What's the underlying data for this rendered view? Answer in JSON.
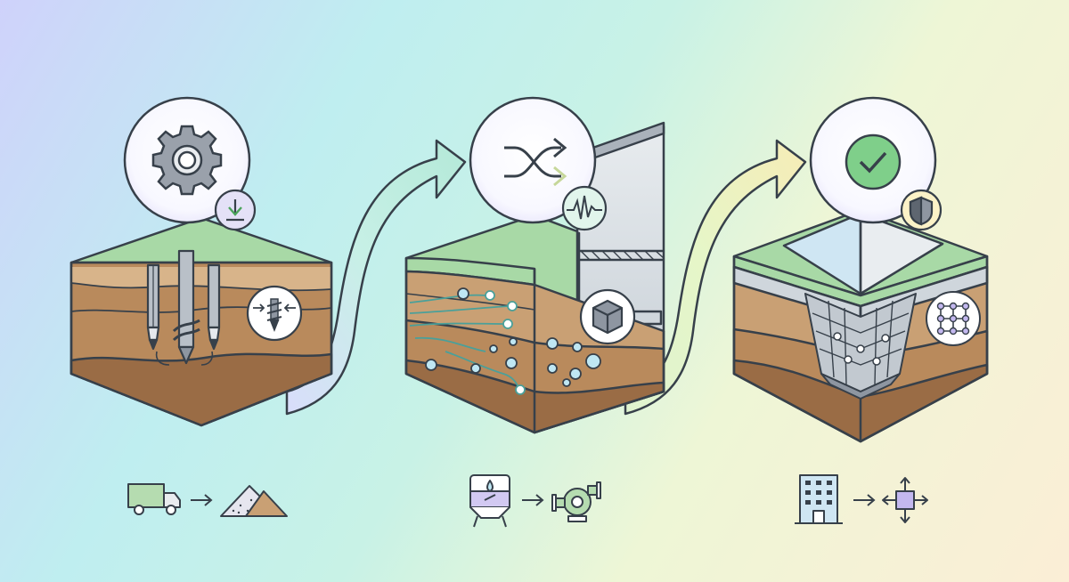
{
  "stages": [
    {
      "id": "stage-1",
      "main_icon": "gear-icon",
      "badge_icon": "download-arrow-icon",
      "inset_icon": "screw-compression-icon",
      "footer_icons": [
        "truck-icon",
        "arrow-right-icon",
        "sand-pile-icon"
      ]
    },
    {
      "id": "stage-2",
      "main_icon": "shuffle-arrows-icon",
      "badge_icon": "vibration-wave-icon",
      "inset_icon": "cube-icon",
      "footer_icons": [
        "slurry-tank-icon",
        "arrow-right-icon",
        "pump-icon"
      ]
    },
    {
      "id": "stage-3",
      "main_icon": "check-circle-icon",
      "badge_icon": "shield-icon",
      "inset_icon": "grid-network-icon",
      "footer_icons": [
        "building-icon",
        "arrow-right-icon",
        "expand-arrows-icon"
      ]
    }
  ],
  "connectors": [
    "curved-arrow-icon",
    "curved-arrow-icon"
  ],
  "colors": {
    "outline": "#37404a",
    "grass": "#a8d9a6",
    "soil_light": "#d8b48a",
    "soil_mid": "#b98a5c",
    "soil_dark": "#9a6c45",
    "badge_bg": "#e4e1f7",
    "check_green": "#7fcf8a",
    "steel": "#8e96a1"
  }
}
